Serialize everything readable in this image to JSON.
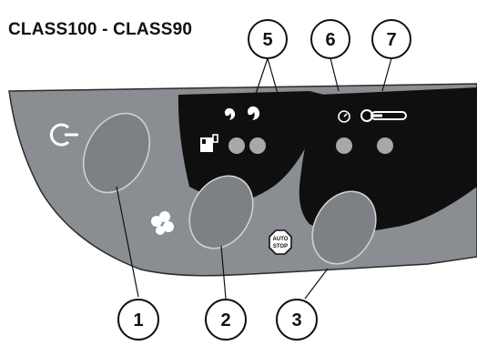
{
  "title": "CLASS100 - CLASS90",
  "colors": {
    "panel": "#8a8d92",
    "panel_stroke": "#2b2b2b",
    "black_area": "#0f0f10",
    "button": "#7d8085",
    "led": "#a8a8a8"
  },
  "callouts": [
    "5",
    "6",
    "7",
    "1",
    "2",
    "3"
  ],
  "icons": {
    "power": "power-icon",
    "steam_pair": "steam-cups-icon",
    "water_tank": "water-tank-icon",
    "steam_button": "steam-icon",
    "clock": "clock-icon",
    "thermometer": "thermometer-icon",
    "auto_stop_badge": "auto-stop-badge"
  },
  "badge_text": {
    "line1": "AUTO",
    "line2": "STOP"
  }
}
